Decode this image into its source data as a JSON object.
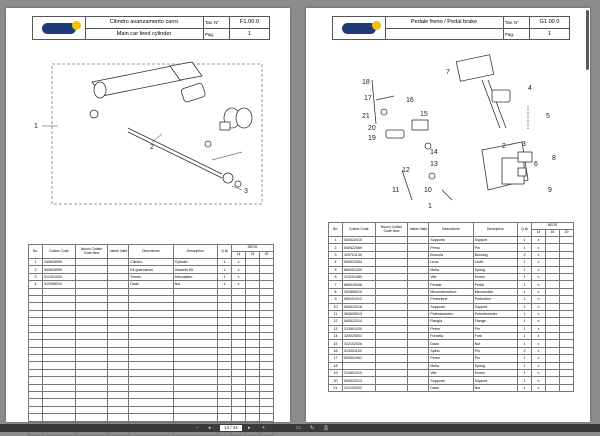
{
  "left_page": {
    "header": {
      "title_it": "Cilindro avanzamento carro",
      "title_en": "Main car feed cylinder",
      "tav_label": "Tav. N°",
      "tav_value": "F1.00.0",
      "pag_label": "Pag.",
      "pag_value": "1"
    },
    "callouts": [
      "1",
      "2",
      "3"
    ],
    "table": {
      "headers": [
        "No.",
        "Codice Code",
        "Nuovo Codice Code New",
        "Valido Valid",
        "Descrizione",
        "Description",
        "Q.tà",
        "NEOS"
      ],
      "neos_cols": [
        "14",
        "16",
        "20"
      ],
      "rows": [
        [
          "1",
          "240815999",
          "",
          "",
          "Cilindro",
          "Cylinder",
          "1",
          "x",
          "",
          ""
        ],
        [
          "2",
          "940815999",
          "",
          "",
          "Kit guarnizioni",
          "Gaskets Kit",
          "1",
          "x",
          "",
          ""
        ],
        [
          "3",
          "312401020",
          "",
          "",
          "Snodo",
          "Articulation",
          "1",
          "x",
          "",
          ""
        ],
        [
          "4",
          "312008010",
          "",
          "",
          "Dado",
          "Nut",
          "1",
          "x",
          "",
          ""
        ]
      ],
      "blank_rows": 20
    }
  },
  "right_page": {
    "header": {
      "title_it": "Pedale freno   /   Pedal brake",
      "title_en": "",
      "tav_label": "Tav. N°",
      "tav_value": "G1.00.0",
      "pag_label": "Pag.",
      "pag_value": "1"
    },
    "callouts": [
      "7",
      "18",
      "17",
      "16",
      "21",
      "20",
      "15",
      "19",
      "14",
      "13",
      "12",
      "10",
      "11",
      "1",
      "2",
      "3",
      "4",
      "5",
      "6",
      "8",
      "9"
    ],
    "table": {
      "headers": [
        "No.",
        "Codice Code",
        "Nuovo Codice Code New",
        "Valido Valid",
        "Descrizione",
        "Description",
        "Q.tà",
        "NEOS"
      ],
      "neos_cols": [
        "14",
        "16",
        "20"
      ],
      "rows": [
        [
          "1",
          "540522010",
          "",
          "",
          "Supporto",
          "Support",
          "1",
          "x",
          "",
          ""
        ],
        [
          "2",
          "540522069",
          "",
          "",
          "Perno",
          "Pin",
          "1",
          "x",
          "",
          ""
        ],
        [
          "3",
          "326701140",
          "",
          "",
          "Boccola",
          "Bushing",
          "2",
          "x",
          "",
          ""
        ],
        [
          "4",
          "540522004",
          "",
          "",
          "Leva",
          "Lever",
          "1",
          "x",
          "",
          ""
        ],
        [
          "5",
          "860001200",
          "",
          "",
          "Molla",
          "Spring",
          "1",
          "x",
          "",
          ""
        ],
        [
          "6",
          "313201480",
          "",
          "",
          "Vite",
          "Screw",
          "1",
          "x",
          "",
          ""
        ],
        [
          "7",
          "860010048",
          "",
          "",
          "Pedale",
          "Pedal",
          "1",
          "x",
          "",
          ""
        ],
        [
          "8",
          "302806010",
          "",
          "",
          "Microinterruttore",
          "Microswitch",
          "1",
          "x",
          "",
          ""
        ],
        [
          "9",
          "005101012",
          "",
          "",
          "Protezione",
          "Protection",
          "1",
          "x",
          "",
          ""
        ],
        [
          "10",
          "540522016",
          "",
          "",
          "Supporto",
          "Support",
          "1",
          "x",
          "",
          ""
        ],
        [
          "11",
          "363605013",
          "",
          "",
          "Potenziometro",
          "Potentiometer",
          "1",
          "x",
          "",
          ""
        ],
        [
          "12",
          "540522014",
          "",
          "",
          "Flangia",
          "Flange",
          "1",
          "x",
          "",
          ""
        ],
        [
          "13",
          "313501020",
          "",
          "",
          "Perno",
          "Pin",
          "1",
          "x",
          "",
          ""
        ],
        [
          "14",
          "320020001",
          "",
          "",
          "Forcella",
          "Fork",
          "1",
          "x",
          "",
          ""
        ],
        [
          "15",
          "312102026",
          "",
          "",
          "Dado",
          "Nut",
          "1",
          "x",
          "",
          ""
        ],
        [
          "16",
          "313001100",
          "",
          "",
          "Spina",
          "Pin",
          "2",
          "x",
          "",
          ""
        ],
        [
          "17",
          "830501961",
          "",
          "",
          "Perno",
          "Pin",
          "1",
          "x",
          "",
          ""
        ],
        [
          "18",
          "",
          "",
          "",
          "Molla",
          "Spring",
          "1",
          "x",
          "",
          ""
        ],
        [
          "19",
          "310601010",
          "",
          "",
          "Vite",
          "Screw",
          "1",
          "x",
          "",
          ""
        ],
        [
          "20",
          "540522013",
          "",
          "",
          "Supporto",
          "Support",
          "1",
          "x",
          "",
          ""
        ],
        [
          "21",
          "312102022",
          "",
          "",
          "Dado",
          "Nut",
          "1",
          "x",
          "",
          ""
        ]
      ],
      "blank_rows": 0
    }
  },
  "toolbar": {
    "page_indicator": "13 / 34"
  },
  "colors": {
    "viewer_bg": "#8c8c8c",
    "logo_blue": "#1f3a7a",
    "logo_yellow": "#f2c200"
  }
}
